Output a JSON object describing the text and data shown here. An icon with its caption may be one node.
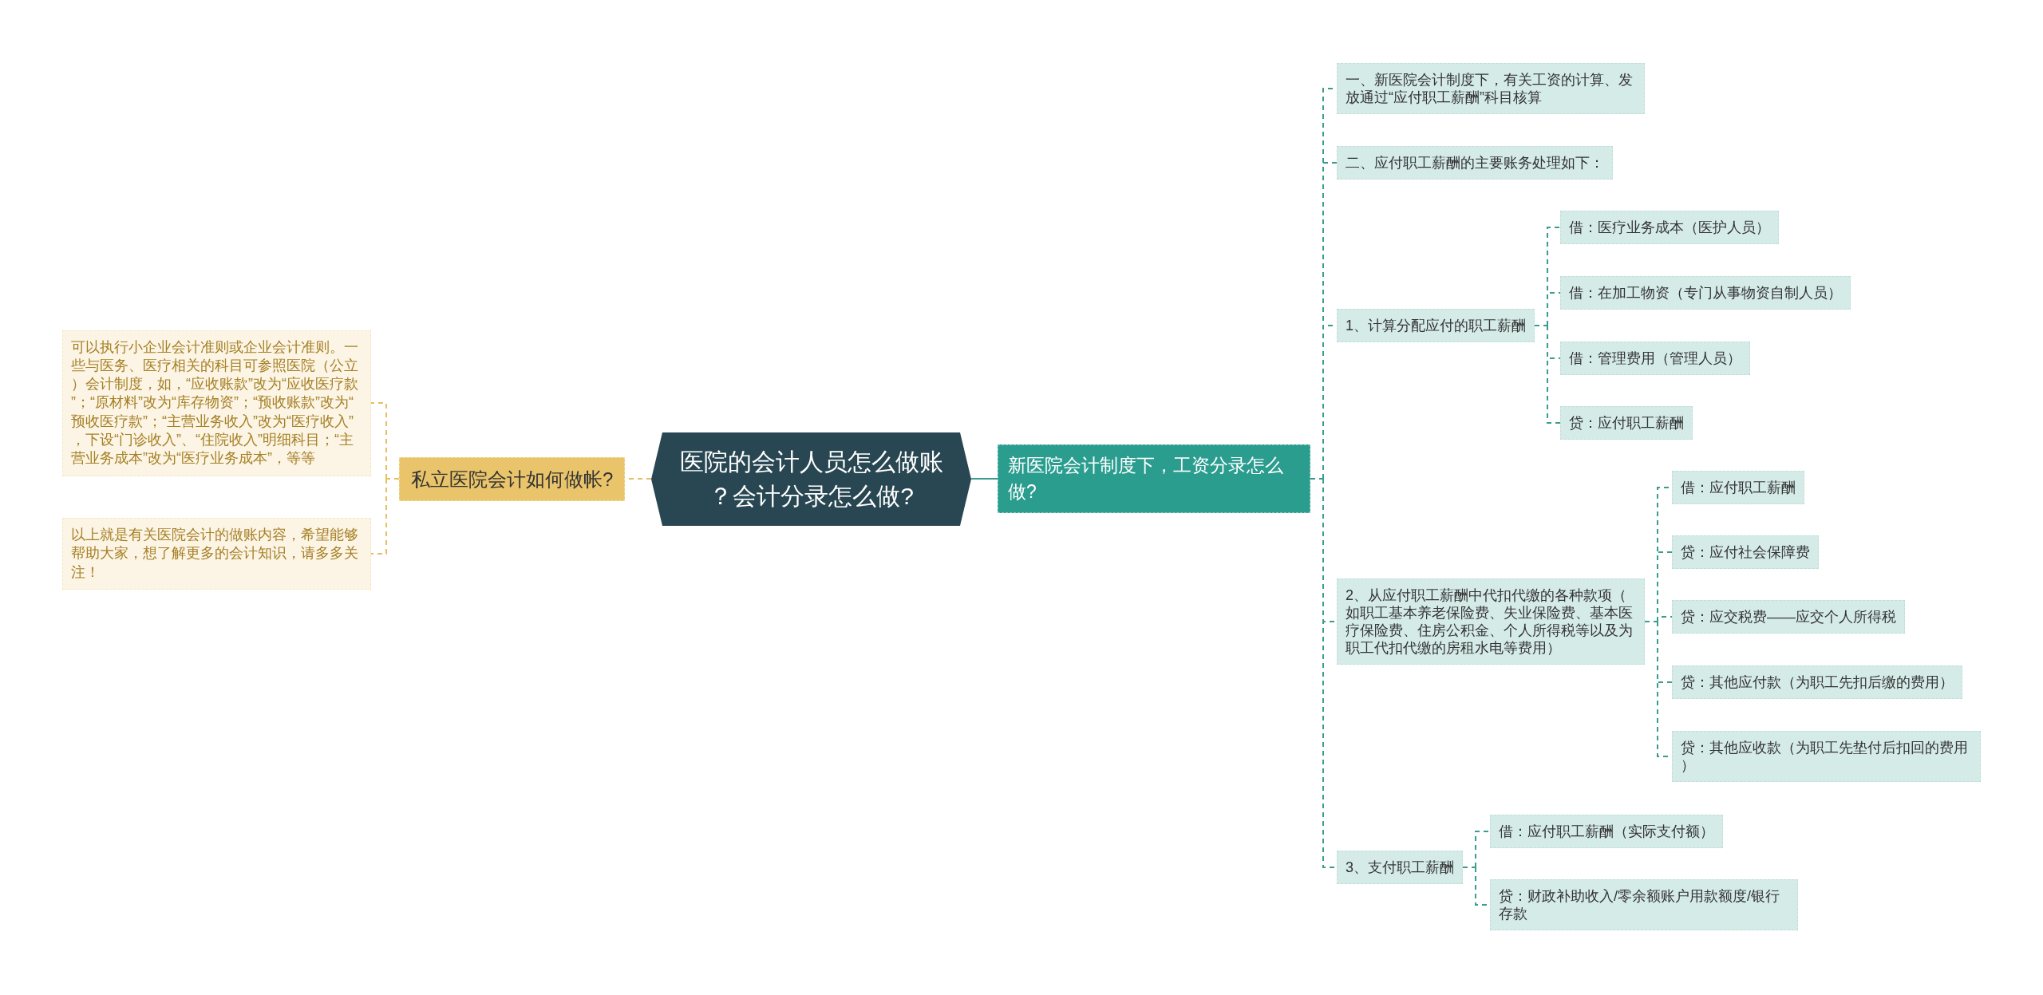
{
  "diagram": {
    "nodes": [
      {
        "text": [
          "医院的会计人员怎么做账？会计分录怎么做?"
        ]
      },
      {
        "text": [
          "私立医院会计如何做帐?"
        ]
      },
      {
        "text": [
          "可以执行小企业会计准则或企业会计准则。一些与医务、医疗相关的科目可参照医院（公立）会计制度，如，“应收账款”改为“应收医疗款”；“原材料”改为“库存物资”；“预收账款”改为“预收医疗款”；“主营业务收入”改为“医疗收入”，下设“门诊收入”、“住院收入”明细科目；“主营业务成本”改为“医疗业务成本”，等等"
        ]
      },
      {
        "text": [
          "以上就是有关医院会计的做账内容，希望能够帮助大家，想了解更多的会计知识，请多多关注！"
        ]
      },
      {
        "text": [
          "新医院会计制度下，工资分录怎么做?"
        ]
      },
      {
        "text": [
          "一、新医院会计制度下，有关工资的计算、发放通过“应付职工薪酬”科目核算"
        ]
      },
      {
        "text": [
          "二、应付职工薪酬的主要账务处理如下："
        ]
      },
      {
        "text": [
          "1、计算分配应付的职工薪酬"
        ]
      },
      {
        "text": [
          "借：医疗业务成本（医护人员）"
        ]
      },
      {
        "text": [
          "借：在加工物资（专门从事物资自制人员）"
        ]
      },
      {
        "text": [
          "借：管理费用（管理人员）"
        ]
      },
      {
        "text": [
          "贷：应付职工薪酬"
        ]
      },
      {
        "text": [
          "2、从应付职工薪酬中代扣代缴的各种款项（如职工基本养老保险费、失业保险费、基本医疗保险费、住房公积金、个人所得税等以及为职工代扣代缴的房租水电等费用）"
        ]
      },
      {
        "text": [
          "借：应付职工薪酬"
        ]
      },
      {
        "text": [
          "贷：应付社会保障费"
        ]
      },
      {
        "text": [
          "贷：应交税费——应交个人所得税"
        ]
      },
      {
        "text": [
          "贷：其他应付款（为职工先扣后缴的费用）"
        ]
      },
      {
        "text": [
          "贷：其他应收款（为职工先垫付后扣回的费用）"
        ]
      },
      {
        "text": [
          "3、支付职工薪酬"
        ]
      },
      {
        "text": [
          "借：应付职工薪酬（实际支付额）"
        ]
      },
      {
        "text": [
          "贷：财政补助收入/零余额账户用款额度/银行存款"
        ]
      }
    ],
    "edges": [
      {
        "from": 0,
        "to": 1,
        "arrow": "none",
        "style": "dashed",
        "color": "#e5bf62"
      },
      {
        "from": 1,
        "to": 2,
        "arrow": "none",
        "style": "dashed",
        "color": "#e5bf62"
      },
      {
        "from": 1,
        "to": 3,
        "arrow": "none",
        "style": "dashed",
        "color": "#e5bf62"
      },
      {
        "from": 0,
        "to": 4,
        "arrow": "none"
      },
      {
        "from": 4,
        "to": 5,
        "arrow": "none",
        "style": "dashed"
      },
      {
        "from": 4,
        "to": 6,
        "arrow": "none",
        "style": "dashed"
      },
      {
        "from": 4,
        "to": 7,
        "arrow": "none",
        "style": "dashed"
      },
      {
        "from": 7,
        "to": 8,
        "arrow": "none",
        "style": "dashed"
      },
      {
        "from": 7,
        "to": 9,
        "arrow": "none",
        "style": "dashed"
      },
      {
        "from": 7,
        "to": 10,
        "arrow": "none",
        "style": "dashed"
      },
      {
        "from": 7,
        "to": 11,
        "arrow": "none",
        "style": "dashed"
      },
      {
        "from": 4,
        "to": 12,
        "arrow": "none",
        "style": "dashed"
      },
      {
        "from": 12,
        "to": 13,
        "arrow": "none",
        "style": "dashed"
      },
      {
        "from": 12,
        "to": 14,
        "arrow": "none",
        "style": "dashed"
      },
      {
        "from": 12,
        "to": 15,
        "arrow": "none",
        "style": "dashed"
      },
      {
        "from": 12,
        "to": 16,
        "arrow": "none",
        "style": "dashed"
      },
      {
        "from": 12,
        "to": 17,
        "arrow": "none",
        "style": "dashed"
      },
      {
        "from": 4,
        "to": 18,
        "arrow": "none",
        "style": "dashed"
      },
      {
        "from": 18,
        "to": 19,
        "arrow": "none",
        "style": "dashed"
      },
      {
        "from": 18,
        "to": 20,
        "arrow": "none",
        "style": "dashed"
      }
    ]
  }
}
